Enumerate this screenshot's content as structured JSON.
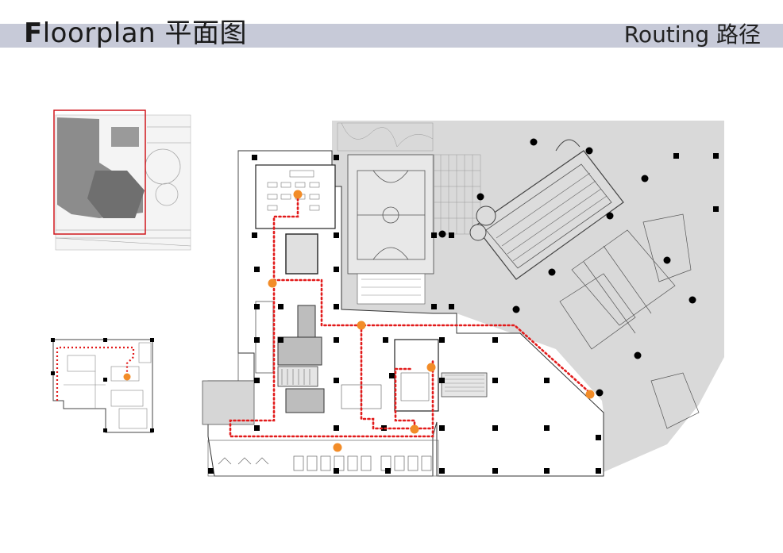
{
  "header": {
    "title_first_letter": "F",
    "title_rest": "loorplan 平面图",
    "subtitle": "Routing 路径"
  },
  "colors": {
    "header_band": "#c7cad8",
    "route_dots": "#e21b1b",
    "waypoints": "#f28c28",
    "key_frame": "#d0161d",
    "columns": "#000000",
    "shaded_area": "#d9d9d9"
  }
}
